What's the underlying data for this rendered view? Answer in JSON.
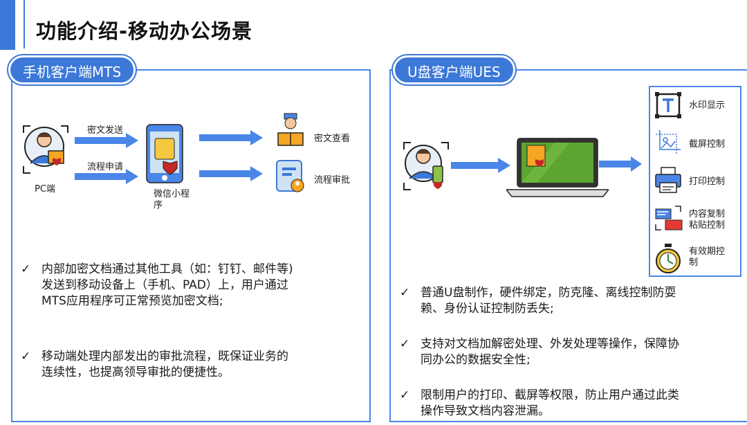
{
  "title": "功能介绍-移动办公场景",
  "colors": {
    "accent": "#3c78d8",
    "panel_border": "#4a86e8",
    "arrow": "#4a86e8",
    "screen": "#5ba530"
  },
  "left": {
    "badge": "手机客户端MTS",
    "pc_label": "PC端",
    "arrow_top_label": "密文发送",
    "arrow_bottom_label": "流程申请",
    "phone_label_line1": "微信小程",
    "phone_label_line2": "序",
    "result_top": "密文查看",
    "result_bottom": "流程审批",
    "bullet1": [
      "内部加密文档通过其他工具（如：钉钉、邮件等)",
      "发送到移动设备上（手机、PAD）上，用户通过",
      "MTS应用程序可正常预览加密文档;"
    ],
    "bullet2": [
      "移动端处理内部发出的审批流程，既保证业务的",
      "连续性，也提高领导审批的便捷性。"
    ]
  },
  "right": {
    "badge": "U盘客户端UES",
    "tools": [
      {
        "icon": "watermark-icon",
        "label": [
          "水印显示"
        ]
      },
      {
        "icon": "screenshot-icon",
        "label": [
          "截屏控制"
        ]
      },
      {
        "icon": "printer-icon",
        "label": [
          "打印控制"
        ]
      },
      {
        "icon": "copy-paste-icon",
        "label": [
          "内容复制",
          "粘贴控制"
        ]
      },
      {
        "icon": "timer-icon",
        "label": [
          "有效期控",
          "制"
        ]
      }
    ],
    "bullet1": [
      "普通U盘制作，硬件绑定，防克隆、离线控制防耍",
      "赖、身份认证控制防丢失;"
    ],
    "bullet2": [
      "支持对文档加解密处理、外发处理等操作，保障协",
      "同办公的数据安全性;"
    ],
    "bullet3": [
      "限制用户的打印、截屏等权限，防止用户通过此类",
      "操作导致文档内容泄漏。"
    ]
  },
  "check_mark": "✓"
}
